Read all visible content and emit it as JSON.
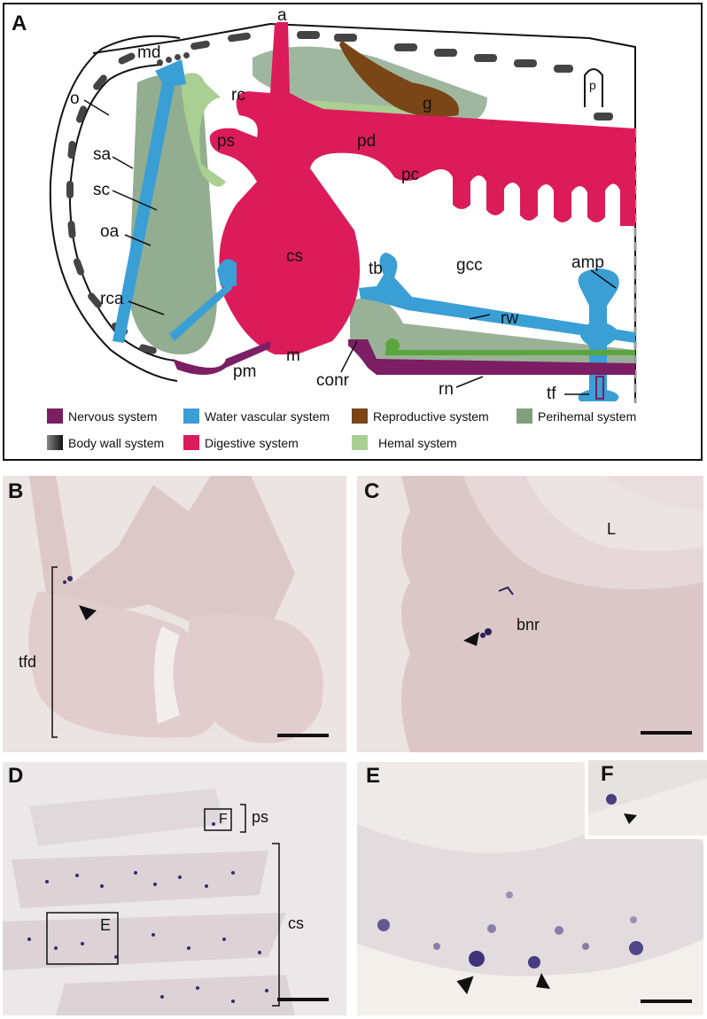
{
  "panel_labels": {
    "a": "A",
    "b": "B",
    "c": "C",
    "d": "D",
    "e": "E",
    "f": "F"
  },
  "diagram_labels": {
    "a": "a",
    "md": "md",
    "o": "o",
    "sa": "sa",
    "sc": "sc",
    "oa": "oa",
    "rca": "rca",
    "rc": "rc",
    "ps": "ps",
    "pd": "pd",
    "pc": "pc",
    "cs": "cs",
    "tb": "tb",
    "gcc": "gcc",
    "amp": "amp",
    "rw": "rw",
    "g": "g",
    "p": "p",
    "pm": "pm",
    "m": "m",
    "conr": "conr",
    "rn": "rn",
    "tf": "tf"
  },
  "legend": [
    {
      "label": "Nervous system",
      "color": "#7b1e63"
    },
    {
      "label": "Water vascular system",
      "color": "#3a9fd5"
    },
    {
      "label": "Reproductive system",
      "color": "#7a4517"
    },
    {
      "label": "Perihemal system",
      "color": "#7f9f7d"
    },
    {
      "label": "Body wall system",
      "color": "#444444"
    },
    {
      "label": "Digestive system",
      "color": "#dc1b5a"
    },
    {
      "label": "Hemal system",
      "color": "#a9cf92"
    }
  ],
  "micro_labels": {
    "tfd": "tfd",
    "l": "L",
    "bnr": "bnr",
    "ps": "ps",
    "f_box": "F",
    "cs": "cs",
    "e_box": "E"
  }
}
